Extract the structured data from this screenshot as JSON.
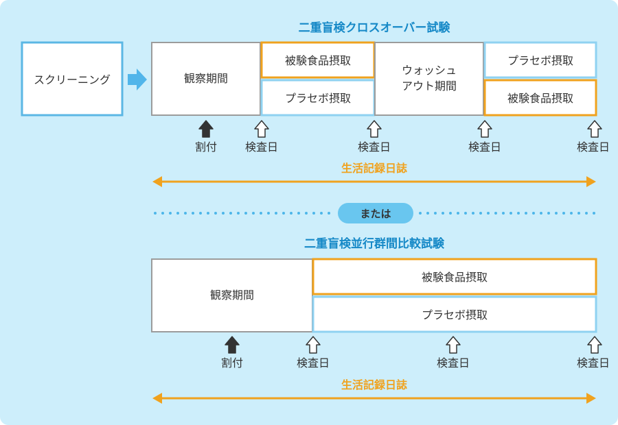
{
  "colors": {
    "background": "#cdeefb",
    "title": "#1689c7",
    "gray_border": "#9b9b9b",
    "orange": "#f0a21e",
    "light_blue": "#8fd2f1",
    "screening_border": "#5bb7e4",
    "arrow_blue": "#51b5ea",
    "dots": "#4db6e9",
    "pill": "#69c6ef",
    "text": "#333333",
    "dark_arrow": "#333333"
  },
  "crossover": {
    "title": "二重盲検クロスオーバー試験",
    "screening": "スクリーニング",
    "observation": "観察期間",
    "period1_test": "被験食品摂取",
    "period1_placebo": "プラセボ摂取",
    "washout_line1": "ウォッシュ",
    "washout_line2": "アウト期間",
    "period2_placebo": "プラセボ摂取",
    "period2_test": "被験食品摂取",
    "allocation": "割付",
    "exam1": "検査日",
    "exam2": "検査日",
    "exam3": "検査日",
    "exam4": "検査日",
    "diary": "生活記録日誌"
  },
  "separator": {
    "or_label": "または"
  },
  "parallel": {
    "title": "二重盲検並行群間比較試験",
    "observation": "観察期間",
    "test": "被験食品摂取",
    "placebo": "プラセボ摂取",
    "allocation": "割付",
    "exam1": "検査日",
    "exam2": "検査日",
    "exam3": "検査日",
    "diary": "生活記録日誌"
  }
}
